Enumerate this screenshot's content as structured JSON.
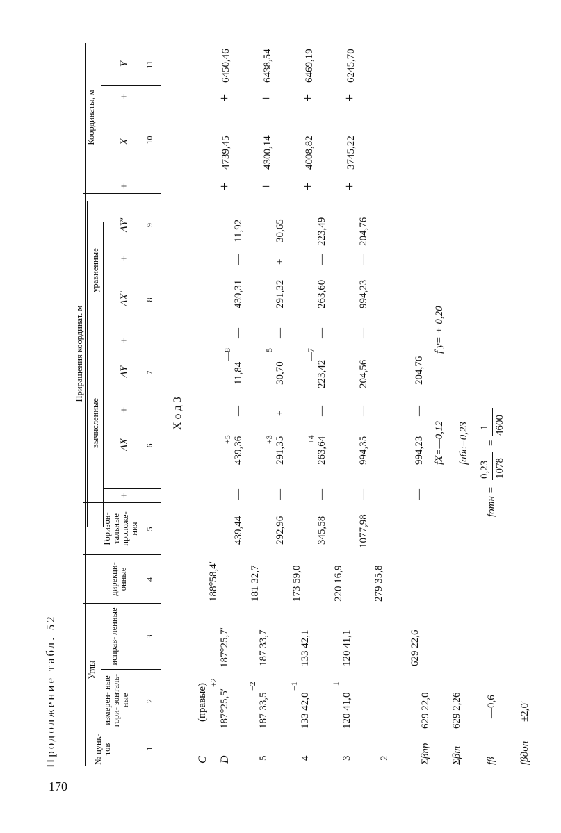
{
  "page": {
    "number": "170",
    "title": "Продолжение табл. 52"
  },
  "headers": {
    "col1": "№ пунк- тов",
    "angles": "Углы",
    "measured": "измерен- ные гори- зонталь- ные",
    "corrected": "исправ- ленные",
    "directional": "дирекци- онные",
    "horizontal": "Горизон- тальные проложе- ния",
    "increments": "Приращения координат. м",
    "computed": "вычисленные",
    "adjusted": "уравненные",
    "coords": "Координаты, м",
    "pm": "±",
    "dx": "ΔX",
    "dy": "ΔY",
    "dx2": "ΔX′",
    "dy2": "ΔY′",
    "x": "X",
    "y": "Y",
    "nums": [
      "1",
      "2",
      "3",
      "4",
      "5",
      "6",
      "7",
      "8",
      "9",
      "10",
      "11"
    ]
  },
  "course": "Х о д  3",
  "rows": {
    "C": {
      "point": "C",
      "measured": "(правые)",
      "directional": "188°58,4′",
      "pm1": "+",
      "x": "4739,45",
      "pm2": "+",
      "y": "6450,46"
    },
    "D": {
      "point": "D",
      "corr": "+2",
      "measured": "187°25,5′",
      "corrected": "187°25,7′",
      "horiz": "439,44",
      "pm_dx": "—",
      "dx_corr": "+5",
      "dx": "439,36",
      "pm_dy": "—",
      "dy_corr": "—8",
      "dy": "11,84",
      "pm_dx2": "—",
      "dx2": "439,31",
      "pm_dy2": "—",
      "dy2": "11,92"
    },
    "r5": {
      "point": "5",
      "corr": "+2",
      "measured": "187 33,5",
      "corrected": "187 33,7",
      "directional": "181 32,7",
      "pm1": "+",
      "x": "4300,14",
      "pm2": "+",
      "y": "6438,54"
    },
    "r5b": {
      "horiz": "292,96",
      "pm_dx": "—",
      "dx_corr": "+3",
      "dx": "291,35",
      "pm_dy": "+",
      "dy_corr": "—5",
      "dy": "30,70",
      "pm_dx2": "—",
      "dx2": "291,32",
      "pm_dy2": "+",
      "dy2": "30,65"
    },
    "r4": {
      "point": "4",
      "corr": "+1",
      "measured": "133 42,0",
      "corrected": "133 42,1",
      "directional": "173 59,0",
      "pm1": "+",
      "x": "4008,82",
      "pm2": "+",
      "y": "6469,19"
    },
    "r4b": {
      "horiz": "345,58",
      "pm_dx": "—",
      "dx_corr": "+4",
      "dx": "263,64",
      "pm_dy": "—",
      "dy_corr": "—7",
      "dy": "223,42",
      "pm_dx2": "—",
      "dx2": "263,60",
      "pm_dy2": "—",
      "dy2": "223,49"
    },
    "r3": {
      "point": "3",
      "corr": "+1",
      "measured": "120 41,0",
      "corrected": "120 41,1",
      "directional": "220 16,9",
      "pm1": "+",
      "x": "3745,22",
      "pm2": "+",
      "y": "6245,70"
    },
    "r3b": {
      "horiz": "1077,98",
      "pm_dx": "—",
      "dx": "994,35",
      "pm_dy": "—",
      "dy": "204,56",
      "pm_dx2": "—",
      "dx2": "994,23",
      "pm_dy2": "—",
      "dy2": "204,76"
    },
    "r2": {
      "point": "2",
      "directional": "279 35,8"
    }
  },
  "sums": {
    "sbpr_label": "Σβпр",
    "sbpr_meas": "629 22,0",
    "sbpr_corr": "629 22,6",
    "sbt_label": "Σβт",
    "sbt": "629 2,26",
    "fb_label": "fβ",
    "fb": "—0,6",
    "fbdop_label": "fβдоп",
    "fbdop": "±2,0′",
    "pm_dx": "—",
    "dx": "994,23",
    "pm_dy": "—",
    "dy": "204,76"
  },
  "formulas": {
    "fx": "fX=—0,12",
    "fy": "f y= + 0,20",
    "fabs": "fабс=0,23",
    "fotn_left": "fотн =",
    "frac1_num": "0,23",
    "frac1_den": "1078",
    "eq": "=",
    "frac2_num": "1",
    "frac2_den": "4600"
  }
}
